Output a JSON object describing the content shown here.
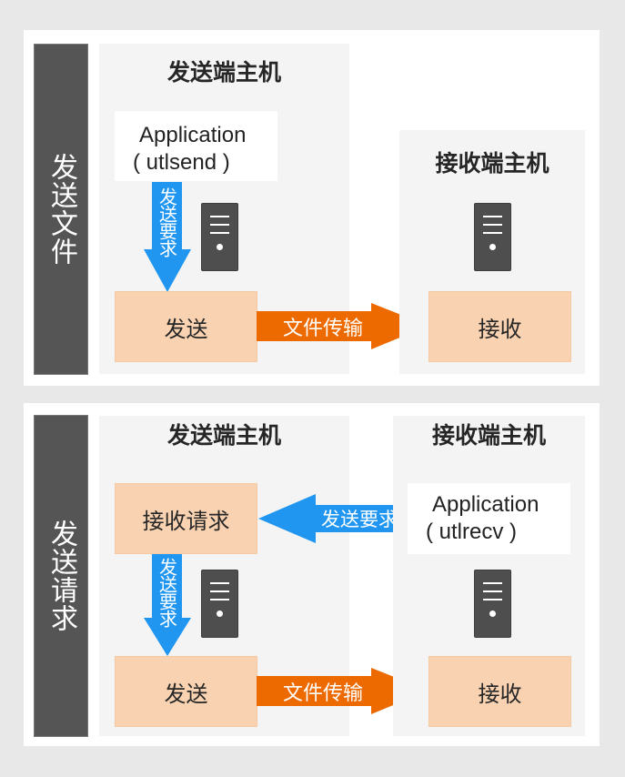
{
  "colors": {
    "background": "#e8e8e8",
    "panel": "#ffffff",
    "sidebar": "#555555",
    "host_panel": "#f4f4f4",
    "process_box": "#f9d3b1",
    "blue_arrow": "#2196f0",
    "orange_arrow": "#ec6a00",
    "server_icon": "#4e4e4e"
  },
  "panels": [
    {
      "sidebar_label": "发送文件",
      "sender": {
        "title": "发送端主机",
        "app_line1": "Application",
        "app_line2": "( utlsend )",
        "request_arrow_label": "发送要求",
        "process_label": "发送",
        "icon": "server-icon"
      },
      "transfer_arrow_label": "文件传输",
      "receiver": {
        "title": "接收端主机",
        "process_label": "接收",
        "icon": "server-icon"
      }
    },
    {
      "sidebar_label": "发送请求",
      "sender": {
        "title": "发送端主机",
        "request_box_label": "接收请求",
        "request_arrow_label": "发送要求",
        "process_label": "发送",
        "icon": "server-icon"
      },
      "request_arrow_label": "发送要求",
      "transfer_arrow_label": "文件传输",
      "receiver": {
        "title": "接收端主机",
        "app_line1": "Application",
        "app_line2": "( utlrecv )",
        "process_label": "接收",
        "icon": "server-icon"
      }
    }
  ]
}
